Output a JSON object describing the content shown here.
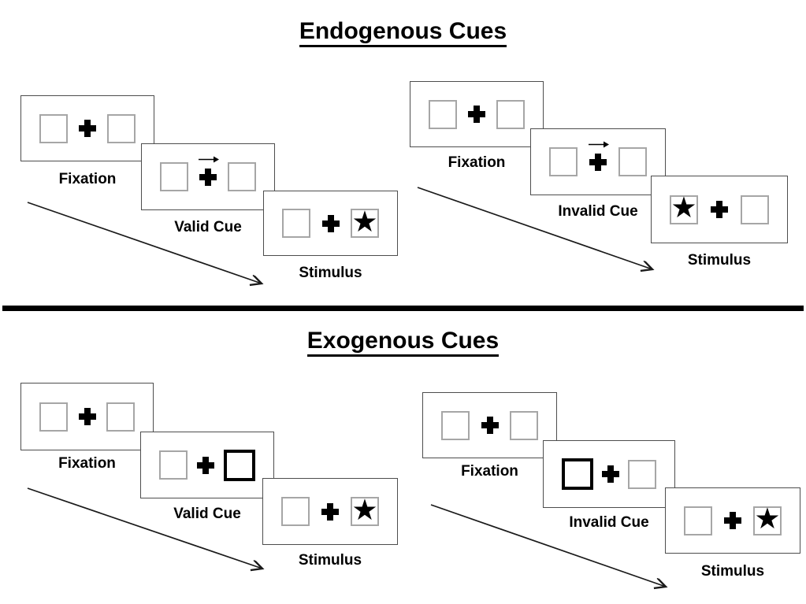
{
  "icons": {
    "star": "★",
    "cue_arrow": "right-arrow",
    "fixation_cross": "plus"
  },
  "colors": {
    "background": "#ffffff",
    "panel_border": "#4d4d4d",
    "placeholder_box_border": "#a6a6a6",
    "cue_box_border": "#000000",
    "text": "#000000",
    "divider": "#000000"
  },
  "sections": [
    {
      "title": "Endogenous Cues",
      "sequences": [
        {
          "name": "valid-trial",
          "panels": [
            {
              "label": "Fixation",
              "type": "fixation"
            },
            {
              "label": "Valid Cue",
              "type": "central-arrow-cue",
              "cue_direction": "right"
            },
            {
              "label": "Stimulus",
              "type": "stimulus",
              "target_side": "right"
            }
          ]
        },
        {
          "name": "invalid-trial",
          "panels": [
            {
              "label": "Fixation",
              "type": "fixation"
            },
            {
              "label": "Invalid Cue",
              "type": "central-arrow-cue",
              "cue_direction": "right"
            },
            {
              "label": "Stimulus",
              "type": "stimulus",
              "target_side": "left"
            }
          ]
        }
      ]
    },
    {
      "title": "Exogenous Cues",
      "sequences": [
        {
          "name": "valid-trial",
          "panels": [
            {
              "label": "Fixation",
              "type": "fixation"
            },
            {
              "label": "Valid Cue",
              "type": "peripheral-box-cue",
              "cue_side": "right"
            },
            {
              "label": "Stimulus",
              "type": "stimulus",
              "target_side": "right"
            }
          ]
        },
        {
          "name": "invalid-trial",
          "panels": [
            {
              "label": "Fixation",
              "type": "fixation"
            },
            {
              "label": "Invalid Cue",
              "type": "peripheral-box-cue",
              "cue_side": "left"
            },
            {
              "label": "Stimulus",
              "type": "stimulus",
              "target_side": "right"
            }
          ]
        }
      ]
    }
  ]
}
